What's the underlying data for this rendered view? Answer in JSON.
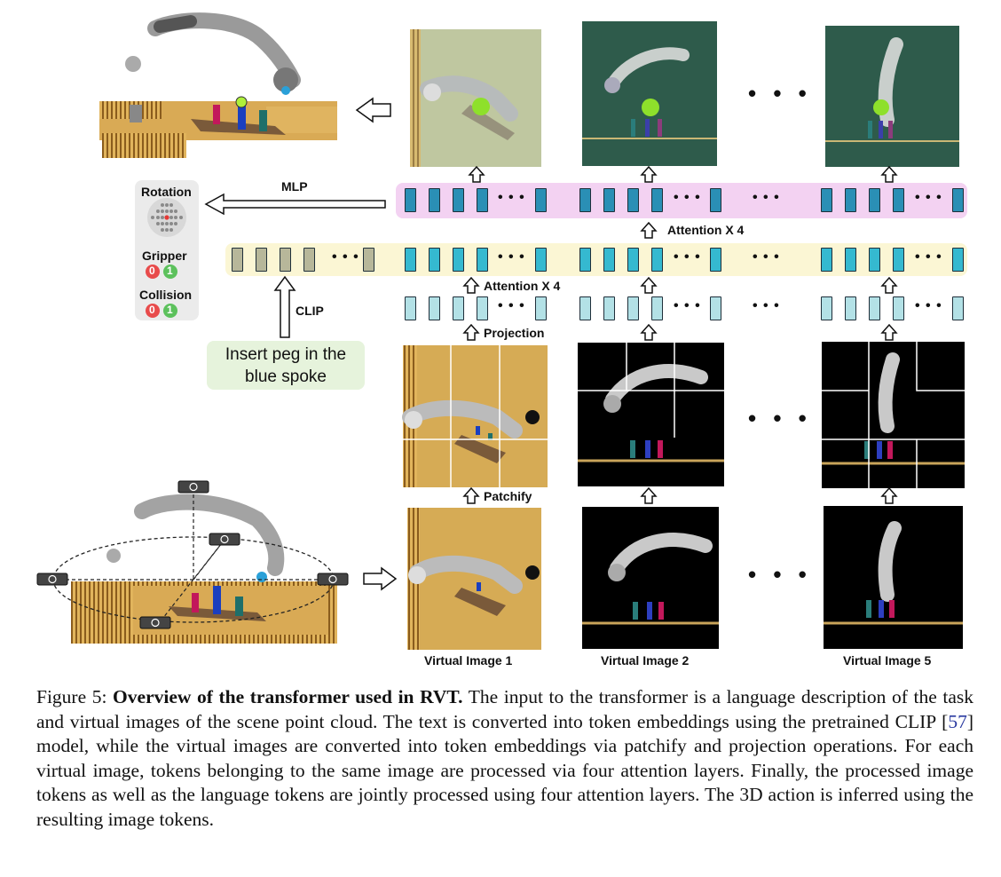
{
  "labels": {
    "mlp": "MLP",
    "attention_top": "Attention X 4",
    "attention_mid": "Attention X 4",
    "clip": "CLIP",
    "projection": "Projection",
    "patchify": "Patchify",
    "rotation": "Rotation",
    "gripper": "Gripper",
    "collision": "Collision",
    "gripper_0": "0",
    "gripper_1": "1",
    "collision_0": "0",
    "collision_1": "1",
    "instruction": "Insert peg in the blue spoke"
  },
  "virtual_images": [
    "Virtual Image 1",
    "Virtual Image 2",
    "Virtual Image 5"
  ],
  "ellipsis": "• • •",
  "caption": {
    "figure_label": "Figure 5:",
    "title": "Overview of the transformer used in RVT.",
    "text_1": "The input to the transformer is a language description of the task and virtual images of the scene point cloud. The text is converted into token embeddings using the pretrained CLIP [",
    "cite": "57",
    "text_2": "] model, while the virtual images are converted into token embeddings via patchify and projection operations. For each virtual image, tokens belonging to the same image are processed via four attention layers. Finally, the processed image tokens as well as the language tokens are jointly processed using four attention layers. The 3D action is inferred using the resulting image tokens."
  },
  "colors": {
    "pink_band": "#f3d2f2",
    "yellow_band": "#fbf6d4",
    "token_dark": "#2a8fb5",
    "token_mid": "#35b9d0",
    "token_light": "#b3e1e6",
    "token_lang": "#b7b79a",
    "green_box": "#e6f3dc",
    "table": "#d6a74a",
    "bg_top": "#2d5b4c",
    "black": "#000000"
  }
}
